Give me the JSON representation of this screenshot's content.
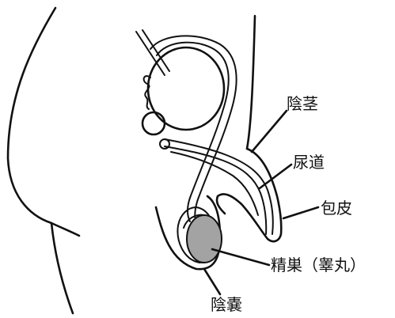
{
  "labels": {
    "penis": "陰茎",
    "urethra": "尿道",
    "foreskin": "包皮",
    "testis": "精巣（睾丸）",
    "scrotum": "陰嚢"
  },
  "colors": {
    "line": "#111111",
    "testis_fill": "#a3a3a3",
    "background": "#ffffff"
  }
}
